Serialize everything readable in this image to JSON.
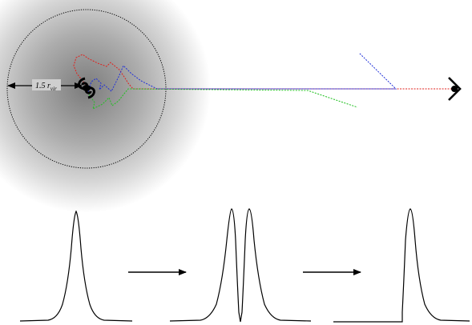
{
  "halo": {
    "radius_label": {
      "main": "1.5 r",
      "subscript": "vir"
    }
  },
  "colors": {
    "red_path": "#e0201c",
    "blue_path": "#2030d8",
    "green_path": "#22c022",
    "purple_merged": "#7a3aa0",
    "halo_center": "#7c7c7c",
    "boundary": "#000000"
  },
  "icons": {
    "observer": "eye-icon",
    "galaxy": "galaxy-icon"
  },
  "line_profiles": [
    {
      "name": "intrinsic-single-peak"
    },
    {
      "name": "scattered-double-peak"
    },
    {
      "name": "igm-truncated-peak"
    }
  ]
}
